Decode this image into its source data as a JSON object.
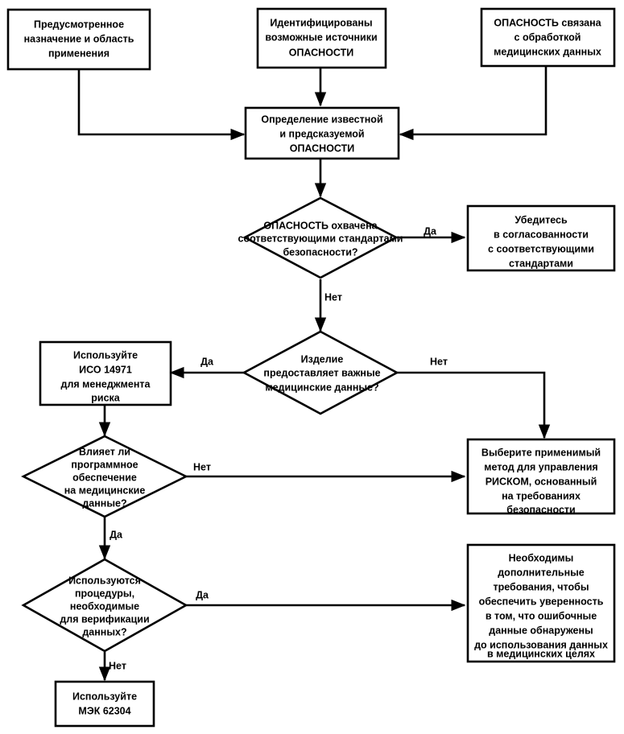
{
  "diagram": {
    "title": "Flowchart: hazard identification and risk management approach selection",
    "language": "ru",
    "background_color": "#ffffff",
    "line_color": "#000000",
    "nodes": [
      {
        "id": "intended-use",
        "type": "process",
        "lines": [
          "Предусмотренное",
          "назначение и область",
          "применения"
        ]
      },
      {
        "id": "hazard-sources-identified",
        "type": "process",
        "lines": [
          "Идентифицированы",
          "возможные источники",
          "ОПАСНОСТИ"
        ]
      },
      {
        "id": "hazard-medical-data",
        "type": "process",
        "lines": [
          "ОПАСНОСТЬ  связана",
          "с обработкой",
          "медицинских данных"
        ]
      },
      {
        "id": "determine-hazard",
        "type": "process",
        "lines": [
          "Определение известной",
          "и предсказуемой",
          "ОПАСНОСТИ"
        ]
      },
      {
        "id": "covered-by-standards",
        "type": "decision",
        "lines": [
          "ОПАСНОСТЬ охвачена",
          "соответствующими стандартами",
          "безопасности?"
        ]
      },
      {
        "id": "ensure-conformity",
        "type": "process",
        "lines": [
          "Убедитесь",
          "в согласованности",
          "с соответствующими",
          "стандартами"
        ]
      },
      {
        "id": "provides-important-data",
        "type": "decision",
        "lines": [
          "Изделие",
          "предоставляет важные",
          "медицинские данные?"
        ]
      },
      {
        "id": "use-iso-14971",
        "type": "process",
        "lines": [
          "Используйте",
          "ИСО 14971",
          "для менеджмента",
          "риска"
        ]
      },
      {
        "id": "software-affects-data",
        "type": "decision",
        "lines": [
          "Влияет ли",
          "программное",
          "обеспечение",
          "на медицинские",
          "данные?"
        ]
      },
      {
        "id": "choose-risk-method",
        "type": "process",
        "lines": [
          "Выберите применимый",
          "метод для управления",
          "РИСКОМ, основанный",
          "на требованиях",
          "безопасности"
        ]
      },
      {
        "id": "verification-procedures",
        "type": "decision",
        "lines": [
          "Используются",
          "процедуры,",
          "необходимые",
          "для верификации",
          "данных?"
        ]
      },
      {
        "id": "additional-requirements",
        "type": "process",
        "lines": [
          "Необходимы",
          "дополнительные",
          "требования, чтобы",
          "обеспечить уверенность",
          "в том, что ошибочные",
          "данные обнаружены",
          "до использования данных",
          "в медицинских целях"
        ]
      },
      {
        "id": "use-iec-62304",
        "type": "process",
        "lines": [
          "Используйте",
          "МЭК 62304"
        ]
      }
    ],
    "edge_labels": {
      "covered_yes": "Да",
      "covered_no": "Нет",
      "provides_yes": "Да",
      "provides_no": "Нет",
      "software_no": "Нет",
      "software_yes": "Да",
      "verification_yes": "Да",
      "verification_no": "Нет"
    }
  }
}
